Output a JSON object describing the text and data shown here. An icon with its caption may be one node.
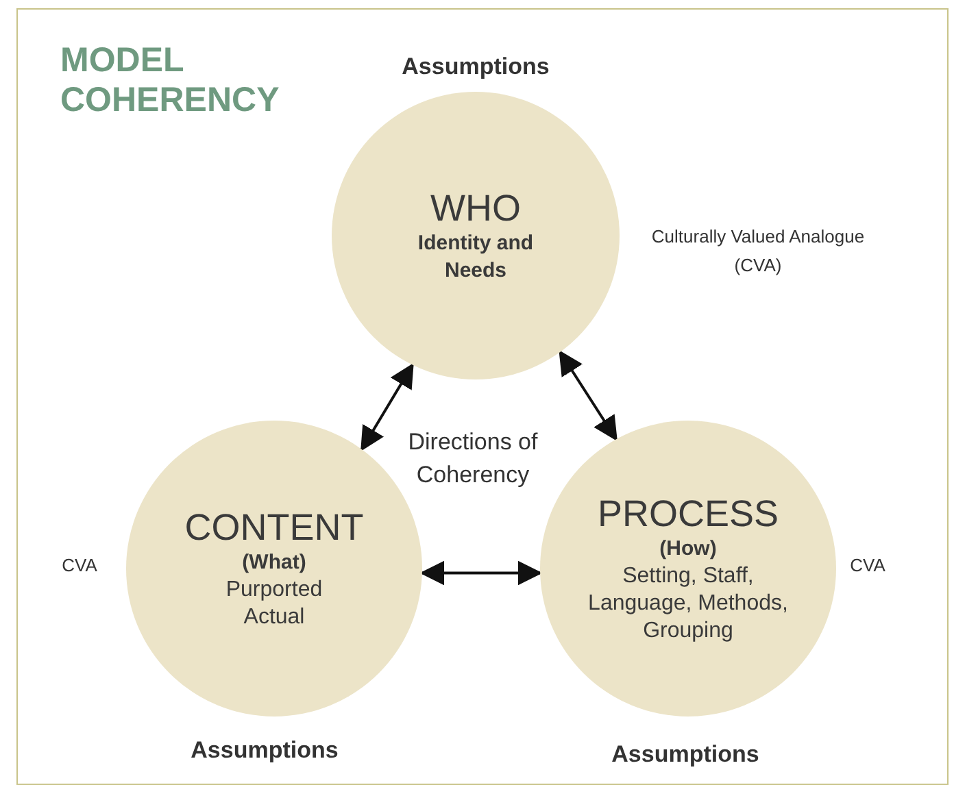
{
  "diagram": {
    "title": "MODEL COHERENCY",
    "nodes": [
      {
        "text": [
          "WHO",
          "Identity and Needs"
        ],
        "beside": [
          "Assumptions"
        ]
      },
      {
        "text": [
          "CONTENT",
          "(What)",
          "Purported Actual"
        ],
        "beside": [
          "CVA",
          "Assumptions"
        ]
      },
      {
        "text": [
          "PROCESS",
          "(How)",
          "Setting, Staff, Language, Methods, Grouping"
        ],
        "beside": [
          "CVA",
          "Assumptions"
        ]
      }
    ],
    "edges": [
      {
        "from": 0,
        "to": 1,
        "arrow": "both"
      },
      {
        "from": 0,
        "to": 2,
        "arrow": "both"
      },
      {
        "from": 1,
        "to": 2,
        "arrow": "both"
      }
    ],
    "labels": [
      "Culturally Valued Analogue (CVA)",
      "Directions of Coherency"
    ]
  }
}
